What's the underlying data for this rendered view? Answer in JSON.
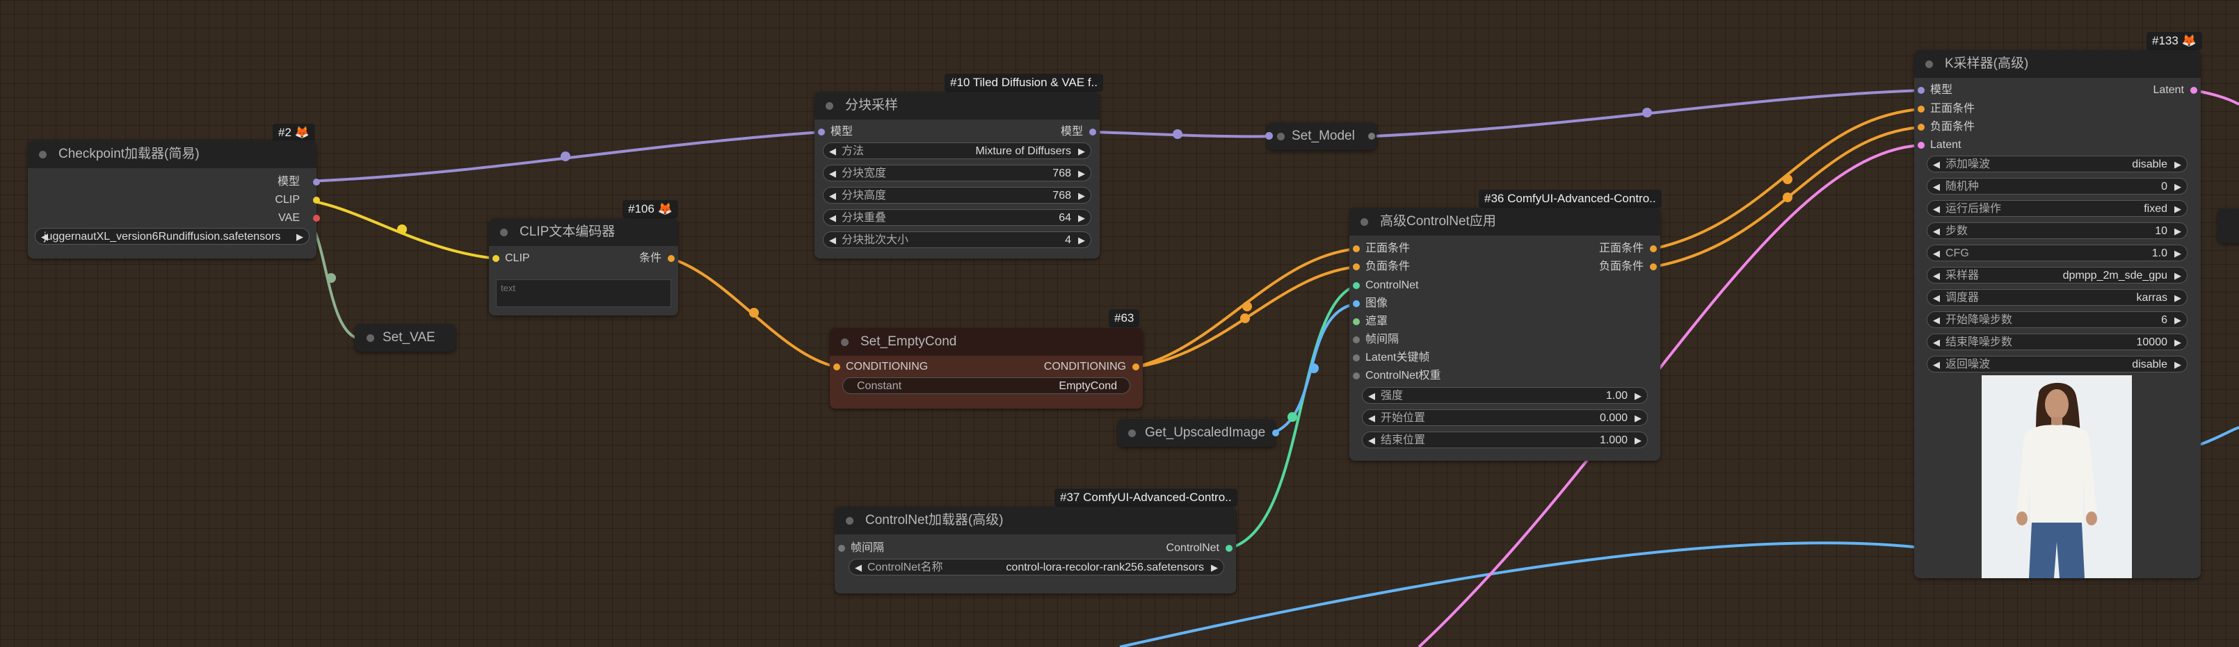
{
  "colors": {
    "model_wire": "#9b8fd6",
    "clip_wire": "#f0d030",
    "conditioning_wire": "#f0a030",
    "controlnet_wire": "#54d7a0",
    "image_wire": "#64b5f6",
    "vae_wire": "#8fb18f",
    "latent_wire": "#f088e8",
    "mask_wire": "#81c784",
    "canvas_bg": "#352a20",
    "node_bg": "#353535",
    "node_header": "#222222",
    "cond_node_bg": "#4b2a22"
  },
  "checkpoint_loader": {
    "title": "Checkpoint加载器(简易)",
    "badge": "#2 🦊",
    "outputs": [
      "模型",
      "CLIP",
      "VAE"
    ],
    "ckpt_value": "juggernautXL_version6Rundiffusion.safetensors"
  },
  "set_vae": {
    "title": "Set_VAE"
  },
  "clip_encoder": {
    "title": "CLIP文本编码器",
    "badge": "#106 🦊",
    "input": "CLIP",
    "output": "条件",
    "placeholder": "text"
  },
  "tiled_diffusion": {
    "title": "分块采样",
    "badge": "#10 Tiled Diffusion & VAE f..",
    "input": "模型",
    "output": "模型",
    "widgets": [
      {
        "label": "方法",
        "value": "Mixture of Diffusers"
      },
      {
        "label": "分块宽度",
        "value": "768"
      },
      {
        "label": "分块高度",
        "value": "768"
      },
      {
        "label": "分块重叠",
        "value": "64"
      },
      {
        "label": "分块批次大小",
        "value": "4"
      }
    ]
  },
  "set_model": {
    "title": "Set_Model"
  },
  "set_emptycond": {
    "title": "Set_EmptyCond",
    "badge": "#63",
    "input": "CONDITIONING",
    "output": "CONDITIONING",
    "widget_label": "Constant",
    "widget_value": "EmptyCond"
  },
  "get_upscaled": {
    "title": "Get_UpscaledImage"
  },
  "controlnet_loader": {
    "title": "ControlNet加载器(高级)",
    "badge": "#37 ComfyUI-Advanced-Contro..",
    "input": "帧间隔",
    "output": "ControlNet",
    "widget_label": "ControlNet名称",
    "widget_value": "control-lora-recolor-rank256.safetensors"
  },
  "controlnet_apply": {
    "title": "高级ControlNet应用",
    "badge": "#36 ComfyUI-Advanced-Contro..",
    "inputs": [
      "正面条件",
      "负面条件",
      "ControlNet",
      "图像",
      "遮罩",
      "帧间隔",
      "Latent关键帧",
      "ControlNet权重"
    ],
    "outputs": [
      "正面条件",
      "负面条件"
    ],
    "widgets": [
      {
        "label": "强度",
        "value": "1.00"
      },
      {
        "label": "开始位置",
        "value": "0.000"
      },
      {
        "label": "结束位置",
        "value": "1.000"
      }
    ]
  },
  "ksampler": {
    "title": "K采样器(高级)",
    "badge": "#133 🦊",
    "inputs": [
      "模型",
      "正面条件",
      "负面条件",
      "Latent"
    ],
    "output": "Latent",
    "widgets": [
      {
        "label": "添加噪波",
        "value": "disable"
      },
      {
        "label": "随机种",
        "value": "0"
      },
      {
        "label": "运行后操作",
        "value": "fixed"
      },
      {
        "label": "步数",
        "value": "10"
      },
      {
        "label": "CFG",
        "value": "1.0"
      },
      {
        "label": "采样器",
        "value": "dpmpp_2m_sde_gpu"
      },
      {
        "label": "调度器",
        "value": "karras"
      },
      {
        "label": "开始降噪步数",
        "value": "6"
      },
      {
        "label": "结束降噪步数",
        "value": "10000"
      },
      {
        "label": "返回噪波",
        "value": "disable"
      }
    ]
  }
}
